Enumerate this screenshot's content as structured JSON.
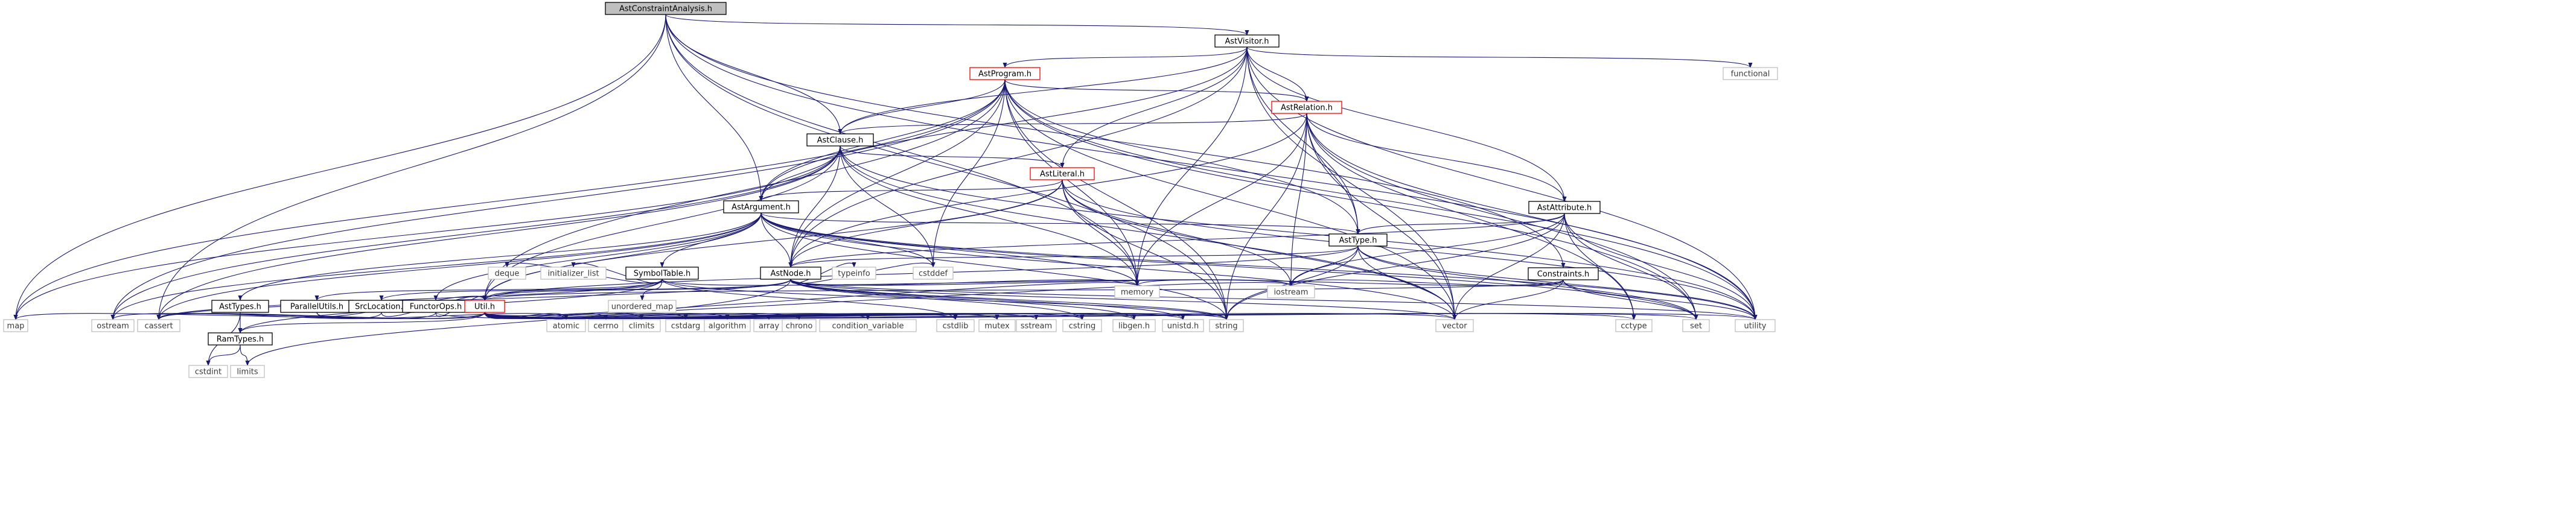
{
  "colors": {
    "edge": "#191970",
    "node_border": "#000000",
    "node_text": "#000000",
    "ext_border": "#bfbfbf",
    "ext_text": "#3c3c3c",
    "red_border": "#ff0000",
    "root_fill": "#bfbfbf",
    "fill": "#ffffff"
  },
  "nodes": [
    {
      "id": "root",
      "label": "AstConstraintAnalysis.h",
      "kind": "root"
    },
    {
      "id": "vis",
      "label": "AstVisitor.h",
      "kind": "internal"
    },
    {
      "id": "prog",
      "label": "AstProgram.h",
      "kind": "red"
    },
    {
      "id": "rel",
      "label": "AstRelation.h",
      "kind": "red"
    },
    {
      "id": "clause",
      "label": "AstClause.h",
      "kind": "internal"
    },
    {
      "id": "lit",
      "label": "AstLiteral.h",
      "kind": "red"
    },
    {
      "id": "arg",
      "label": "AstArgument.h",
      "kind": "internal"
    },
    {
      "id": "attr",
      "label": "AstAttribute.h",
      "kind": "internal"
    },
    {
      "id": "type",
      "label": "AstType.h",
      "kind": "internal"
    },
    {
      "id": "node",
      "label": "AstNode.h",
      "kind": "internal"
    },
    {
      "id": "cons",
      "label": "Constraints.h",
      "kind": "internal"
    },
    {
      "id": "sym",
      "label": "SymbolTable.h",
      "kind": "internal"
    },
    {
      "id": "asttypes",
      "label": "AstTypes.h",
      "kind": "internal"
    },
    {
      "id": "par",
      "label": "ParallelUtils.h",
      "kind": "internal"
    },
    {
      "id": "srcloc",
      "label": "SrcLocation.h",
      "kind": "internal"
    },
    {
      "id": "functor",
      "label": "FunctorOps.h",
      "kind": "internal"
    },
    {
      "id": "util",
      "label": "Util.h",
      "kind": "red"
    },
    {
      "id": "ramtypes",
      "label": "RamTypes.h",
      "kind": "internal"
    },
    {
      "id": "functional",
      "label": "functional",
      "kind": "external"
    },
    {
      "id": "map",
      "label": "map",
      "kind": "external"
    },
    {
      "id": "ostream",
      "label": "ostream",
      "kind": "external"
    },
    {
      "id": "cassert",
      "label": "cassert",
      "kind": "external"
    },
    {
      "id": "atomic",
      "label": "atomic",
      "kind": "external"
    },
    {
      "id": "cerrno",
      "label": "cerrno",
      "kind": "external"
    },
    {
      "id": "climits",
      "label": "climits",
      "kind": "external"
    },
    {
      "id": "cstdarg",
      "label": "cstdarg",
      "kind": "external"
    },
    {
      "id": "algorithm",
      "label": "algorithm",
      "kind": "external"
    },
    {
      "id": "array",
      "label": "array",
      "kind": "external"
    },
    {
      "id": "chrono",
      "label": "chrono",
      "kind": "external"
    },
    {
      "id": "condvar",
      "label": "condition_variable",
      "kind": "external"
    },
    {
      "id": "cstdlib",
      "label": "cstdlib",
      "kind": "external"
    },
    {
      "id": "mutex",
      "label": "mutex",
      "kind": "external"
    },
    {
      "id": "sstream",
      "label": "sstream",
      "kind": "external"
    },
    {
      "id": "cstring",
      "label": "cstring",
      "kind": "external"
    },
    {
      "id": "libgen",
      "label": "libgen.h",
      "kind": "external"
    },
    {
      "id": "unistd",
      "label": "unistd.h",
      "kind": "external"
    },
    {
      "id": "string",
      "label": "string",
      "kind": "external"
    },
    {
      "id": "memory",
      "label": "memory",
      "kind": "external"
    },
    {
      "id": "iostream",
      "label": "iostream",
      "kind": "external"
    },
    {
      "id": "vector",
      "label": "vector",
      "kind": "external"
    },
    {
      "id": "cctype",
      "label": "cctype",
      "kind": "external"
    },
    {
      "id": "set",
      "label": "set",
      "kind": "external"
    },
    {
      "id": "utility",
      "label": "utility",
      "kind": "external"
    },
    {
      "id": "cstddef",
      "label": "cstddef",
      "kind": "external"
    },
    {
      "id": "typeinfo",
      "label": "typeinfo",
      "kind": "external"
    },
    {
      "id": "deque",
      "label": "deque",
      "kind": "external"
    },
    {
      "id": "initlist",
      "label": "initializer_list",
      "kind": "external"
    },
    {
      "id": "unordmap",
      "label": "unordered_map",
      "kind": "external"
    },
    {
      "id": "cstdint",
      "label": "cstdint",
      "kind": "external"
    },
    {
      "id": "limits",
      "label": "limits",
      "kind": "external"
    }
  ],
  "edges": [
    [
      "root",
      "vis"
    ],
    [
      "root",
      "clause"
    ],
    [
      "root",
      "arg"
    ],
    [
      "root",
      "memory"
    ],
    [
      "root",
      "map"
    ],
    [
      "root",
      "cassert"
    ],
    [
      "root",
      "string"
    ],
    [
      "root",
      "cons"
    ],
    [
      "root",
      "utility"
    ],
    [
      "vis",
      "prog"
    ],
    [
      "vis",
      "rel"
    ],
    [
      "vis",
      "clause"
    ],
    [
      "vis",
      "lit"
    ],
    [
      "vis",
      "arg"
    ],
    [
      "vis",
      "attr"
    ],
    [
      "vis",
      "type"
    ],
    [
      "vis",
      "node"
    ],
    [
      "vis",
      "functional"
    ],
    [
      "vis",
      "vector"
    ],
    [
      "vis",
      "memory"
    ],
    [
      "vis",
      "utility"
    ],
    [
      "prog",
      "rel"
    ],
    [
      "prog",
      "clause"
    ],
    [
      "prog",
      "arg"
    ],
    [
      "prog",
      "type"
    ],
    [
      "prog",
      "node"
    ],
    [
      "prog",
      "util"
    ],
    [
      "prog",
      "map"
    ],
    [
      "prog",
      "memory"
    ],
    [
      "prog",
      "string"
    ],
    [
      "prog",
      "cstddef"
    ],
    [
      "prog",
      "set"
    ],
    [
      "prog",
      "utility"
    ],
    [
      "prog",
      "vector"
    ],
    [
      "prog",
      "ostream"
    ],
    [
      "rel",
      "clause"
    ],
    [
      "rel",
      "attr"
    ],
    [
      "rel",
      "type"
    ],
    [
      "rel",
      "node"
    ],
    [
      "rel",
      "memory"
    ],
    [
      "rel",
      "iostream"
    ],
    [
      "rel",
      "string"
    ],
    [
      "rel",
      "vector"
    ],
    [
      "rel",
      "set"
    ],
    [
      "rel",
      "cctype"
    ],
    [
      "rel",
      "utility"
    ],
    [
      "clause",
      "lit"
    ],
    [
      "clause",
      "arg"
    ],
    [
      "clause",
      "node"
    ],
    [
      "clause",
      "util"
    ],
    [
      "clause",
      "memory"
    ],
    [
      "clause",
      "vector"
    ],
    [
      "clause",
      "map"
    ],
    [
      "clause",
      "ostream"
    ],
    [
      "clause",
      "cassert"
    ],
    [
      "clause",
      "cstddef"
    ],
    [
      "clause",
      "utility"
    ],
    [
      "lit",
      "arg"
    ],
    [
      "lit",
      "node"
    ],
    [
      "lit",
      "util"
    ],
    [
      "lit",
      "memory"
    ],
    [
      "lit",
      "iostream"
    ],
    [
      "lit",
      "string"
    ],
    [
      "lit",
      "vector"
    ],
    [
      "lit",
      "utility"
    ],
    [
      "arg",
      "node"
    ],
    [
      "arg",
      "sym"
    ],
    [
      "arg",
      "asttypes"
    ],
    [
      "arg",
      "functor"
    ],
    [
      "arg",
      "type"
    ],
    [
      "arg",
      "util"
    ],
    [
      "arg",
      "memory"
    ],
    [
      "arg",
      "string"
    ],
    [
      "arg",
      "vector"
    ],
    [
      "arg",
      "cassert"
    ],
    [
      "arg",
      "cstddef"
    ],
    [
      "arg",
      "utility"
    ],
    [
      "arg",
      "ostream"
    ],
    [
      "arg",
      "set"
    ],
    [
      "attr",
      "type"
    ],
    [
      "attr",
      "node"
    ],
    [
      "attr",
      "iostream"
    ],
    [
      "attr",
      "string"
    ],
    [
      "attr",
      "vector"
    ],
    [
      "attr",
      "cctype"
    ],
    [
      "attr",
      "set"
    ],
    [
      "attr",
      "utility"
    ],
    [
      "type",
      "node"
    ],
    [
      "type",
      "util"
    ],
    [
      "type",
      "iostream"
    ],
    [
      "type",
      "string"
    ],
    [
      "type",
      "vector"
    ],
    [
      "type",
      "set"
    ],
    [
      "type",
      "utility"
    ],
    [
      "node",
      "srcloc"
    ],
    [
      "node",
      "util"
    ],
    [
      "node",
      "memory"
    ],
    [
      "node",
      "string"
    ],
    [
      "node",
      "vector"
    ],
    [
      "node",
      "cstddef"
    ],
    [
      "node",
      "typeinfo"
    ],
    [
      "node",
      "iostream"
    ],
    [
      "node",
      "cassert"
    ],
    [
      "node",
      "utility"
    ],
    [
      "node",
      "limits"
    ],
    [
      "node",
      "libgen"
    ],
    [
      "node",
      "unistd"
    ],
    [
      "node",
      "cstring"
    ],
    [
      "cons",
      "util"
    ],
    [
      "cons",
      "iostream"
    ],
    [
      "cons",
      "memory"
    ],
    [
      "cons",
      "vector"
    ],
    [
      "cons",
      "set"
    ],
    [
      "cons",
      "utility"
    ],
    [
      "sym",
      "par"
    ],
    [
      "sym",
      "util"
    ],
    [
      "sym",
      "ramtypes"
    ],
    [
      "sym",
      "deque"
    ],
    [
      "sym",
      "initlist"
    ],
    [
      "sym",
      "unordmap"
    ],
    [
      "sym",
      "iostream"
    ],
    [
      "sym",
      "string"
    ],
    [
      "sym",
      "cassert"
    ],
    [
      "sym",
      "cstdlib"
    ],
    [
      "asttypes",
      "ramtypes"
    ],
    [
      "asttypes",
      "cstdint"
    ],
    [
      "par",
      "atomic"
    ],
    [
      "par",
      "util"
    ],
    [
      "srcloc",
      "util"
    ],
    [
      "srcloc",
      "cassert"
    ],
    [
      "functor",
      "util"
    ],
    [
      "functor",
      "string"
    ],
    [
      "functor",
      "cassert"
    ],
    [
      "util",
      "ramtypes"
    ],
    [
      "util",
      "map"
    ],
    [
      "util",
      "ostream"
    ],
    [
      "util",
      "cassert"
    ],
    [
      "util",
      "atomic"
    ],
    [
      "util",
      "cerrno"
    ],
    [
      "util",
      "climits"
    ],
    [
      "util",
      "cstdarg"
    ],
    [
      "util",
      "algorithm"
    ],
    [
      "util",
      "array"
    ],
    [
      "util",
      "chrono"
    ],
    [
      "util",
      "condvar"
    ],
    [
      "util",
      "cstdlib"
    ],
    [
      "util",
      "mutex"
    ],
    [
      "util",
      "sstream"
    ],
    [
      "util",
      "cstring"
    ],
    [
      "util",
      "libgen"
    ],
    [
      "util",
      "unistd"
    ],
    [
      "util",
      "string"
    ],
    [
      "util",
      "memory"
    ],
    [
      "util",
      "iostream"
    ],
    [
      "util",
      "vector"
    ],
    [
      "util",
      "cctype"
    ],
    [
      "util",
      "set"
    ],
    [
      "util",
      "utility"
    ],
    [
      "ramtypes",
      "cstdint"
    ],
    [
      "ramtypes",
      "limits"
    ]
  ]
}
